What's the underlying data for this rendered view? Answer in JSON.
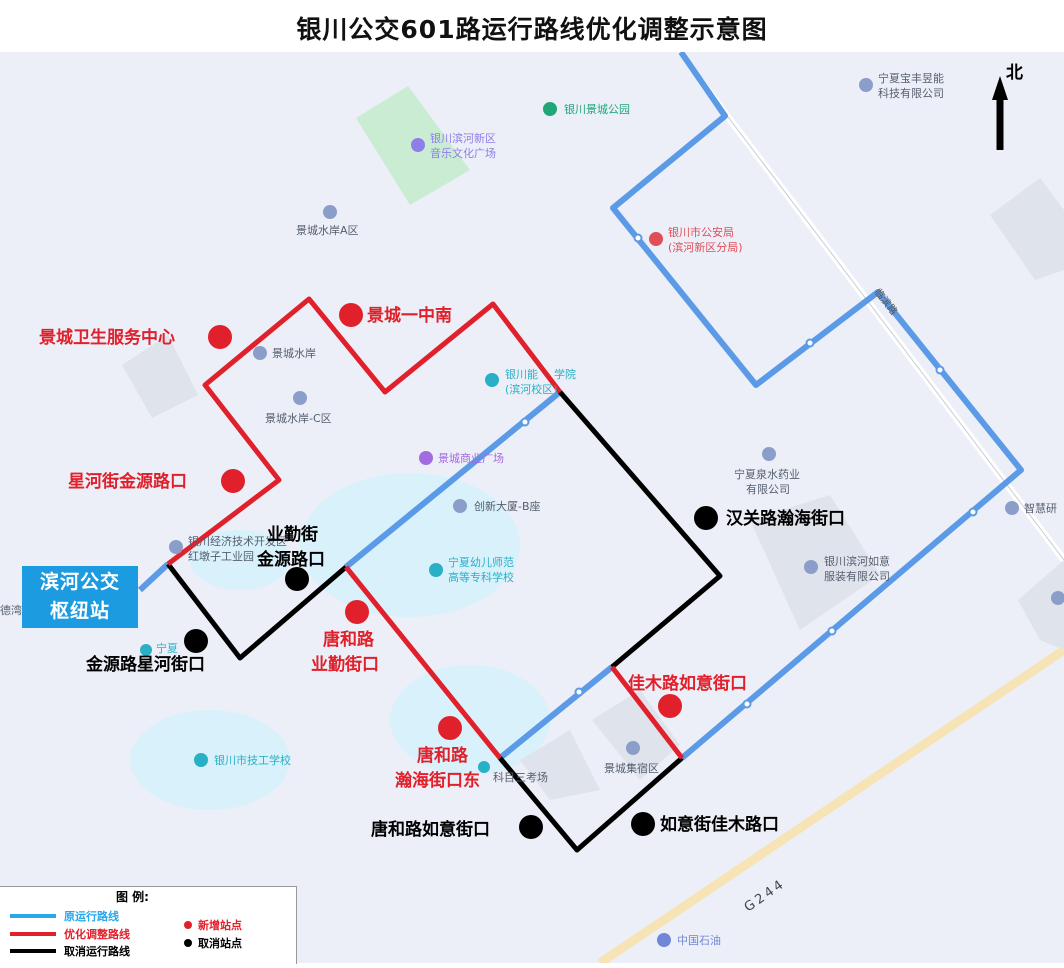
{
  "title": "银川公交601路运行路线优化调整示意图",
  "north": "北",
  "hub": {
    "line1": "滨河公交",
    "line2": "枢纽站"
  },
  "labels": {
    "new_jingcheng_health": "景城卫生服务中心",
    "new_jingcheng_yizhong": "景城一中南",
    "new_xinghe_jinyuan": "星河街金源路口",
    "new_tanghe_yeqin_1": "唐和路",
    "new_tanghe_yeqin_2": "业勤街口",
    "new_tanghe_hanhai_1": "唐和路",
    "new_tanghe_hanhai_2": "瀚海街口东",
    "new_jiamu_ruyi": "佳木路如意街口",
    "cancel_yeqin_jinyuan_1": "业勤街",
    "cancel_yeqin_jinyuan_2": "金源路口",
    "cancel_jinyuan_xinghe": "金源路星河街口",
    "cancel_hanguan_hanhai": "汉关路瀚海街口",
    "cancel_tanghe_ruyi": "唐和路如意街口",
    "cancel_ruyi_jiamu": "如意街佳木路口"
  },
  "pois": {
    "baofeng": "宁夏宝丰昱能",
    "baofeng2": "科技有限公司",
    "jingcheng_park": "银川景城公园",
    "music_plaza_1": "银川滨河新区",
    "music_plaza_2": "音乐文化广场",
    "shuian_a": "景城水岸A区",
    "police_1": "银川市公安局",
    "police_2": "(滨河新区分局)",
    "shuian": "景城水岸",
    "college_1": "银川能",
    "college_1b": "学院",
    "college_2": "(滨河校区)",
    "shuian_c": "景城水岸-C区",
    "commerce": "景城商业广场",
    "quanshui_1": "宁夏泉水药业",
    "quanshui_2": "有限公司",
    "chuangxin": "创新大厦-B座",
    "econ_1": "银川经济技术开发区",
    "econ_2": "红墩子工业园",
    "kindergarten_1": "宁夏幼儿师范",
    "kindergarten_2": "高等专科学校",
    "zhihui": "智慧研",
    "ruyi_1": "银川滨河如意",
    "ruyi_2": "服装有限公司",
    "tech_school": "银川市技工学校",
    "dorm": "景城集宿区",
    "exam": "科目三考场",
    "ningxia_small": "宁夏",
    "petro": "中国石油",
    "g244": "G244",
    "edge_left": "德湾",
    "road_vertical": "临滨路"
  },
  "legend": {
    "title": "图    例:",
    "original": "原运行路线",
    "optimized": "优化调整路线",
    "cancelled": "取消运行路线",
    "new_stop": "新增站点",
    "cancel_stop": "取消站点"
  },
  "colors": {
    "blue": "#5b9ae6",
    "red": "#e0202b",
    "black": "#000000",
    "map_bg": "#eceff7",
    "park": "#c9ecd3",
    "water": "#d8f1fb",
    "block": "#dfe3ec",
    "hub": "#1d9be0",
    "legend_blue": "#2aa7e8"
  }
}
